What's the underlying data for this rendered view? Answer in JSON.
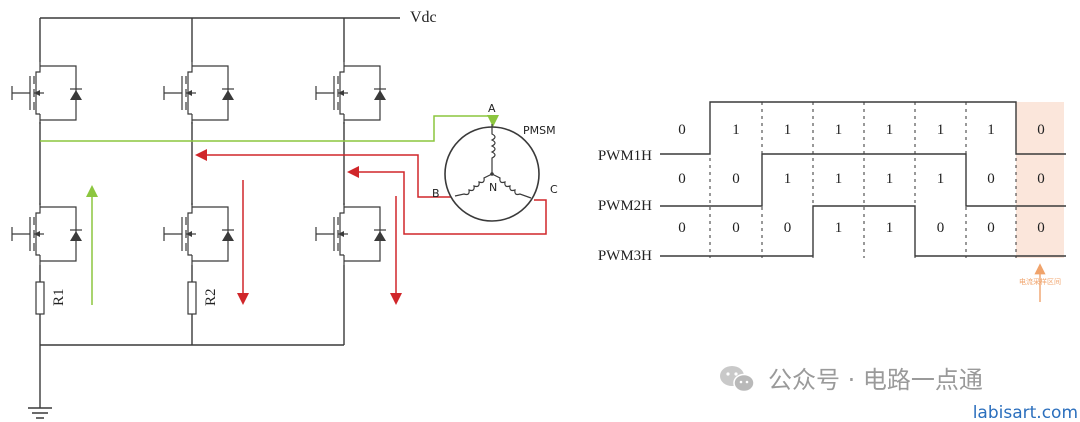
{
  "circuit": {
    "vdc_label": "Vdc",
    "r1_label": "R1",
    "r2_label": "R2",
    "motor_label": "PMSM",
    "phase_a": "A",
    "phase_b": "B",
    "phase_c": "C",
    "neutral": "N",
    "colors": {
      "current_green": "#8cc63f",
      "current_red": "#d0262a",
      "wire": "#3a3a3a"
    }
  },
  "pwm": {
    "highlight_color": "#fbe6db",
    "arrow_color": "#f0a36b",
    "note": "电流采样区间",
    "signals": [
      {
        "name": "PWM1H",
        "bits": [
          "0",
          "1",
          "1",
          "1",
          "1",
          "1",
          "1",
          "0"
        ]
      },
      {
        "name": "PWM2H",
        "bits": [
          "0",
          "0",
          "1",
          "1",
          "1",
          "1",
          "0",
          "0"
        ]
      },
      {
        "name": "PWM3H",
        "bits": [
          "0",
          "0",
          "0",
          "1",
          "1",
          "0",
          "0",
          "0"
        ]
      }
    ]
  },
  "watermark": {
    "brand": "公众号 · 电路一点通",
    "site": "labisart.com"
  }
}
